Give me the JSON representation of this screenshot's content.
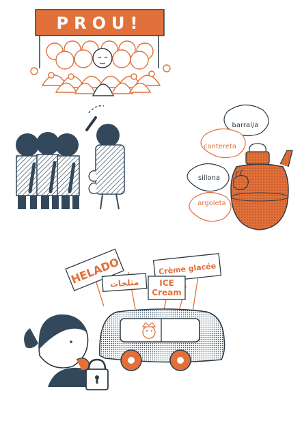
{
  "colors": {
    "orange": "#e2703a",
    "navy": "#33495b",
    "ink": "#2d3a45",
    "cream": "#ffffff"
  },
  "banner": {
    "text": "PROU!"
  },
  "bubbles": [
    {
      "text": "barral/a",
      "color": "#2d3a45"
    },
    {
      "text": "cantereta",
      "color": "#e2703a"
    },
    {
      "text": "sillona",
      "color": "#2d3a45"
    },
    {
      "text": "argoleta",
      "color": "#e2703a"
    }
  ],
  "signs": {
    "helado": "HELADO",
    "creme": "Crème glacée",
    "arabic": "مثلجات",
    "ice": "ICE",
    "cream": "Cream"
  }
}
